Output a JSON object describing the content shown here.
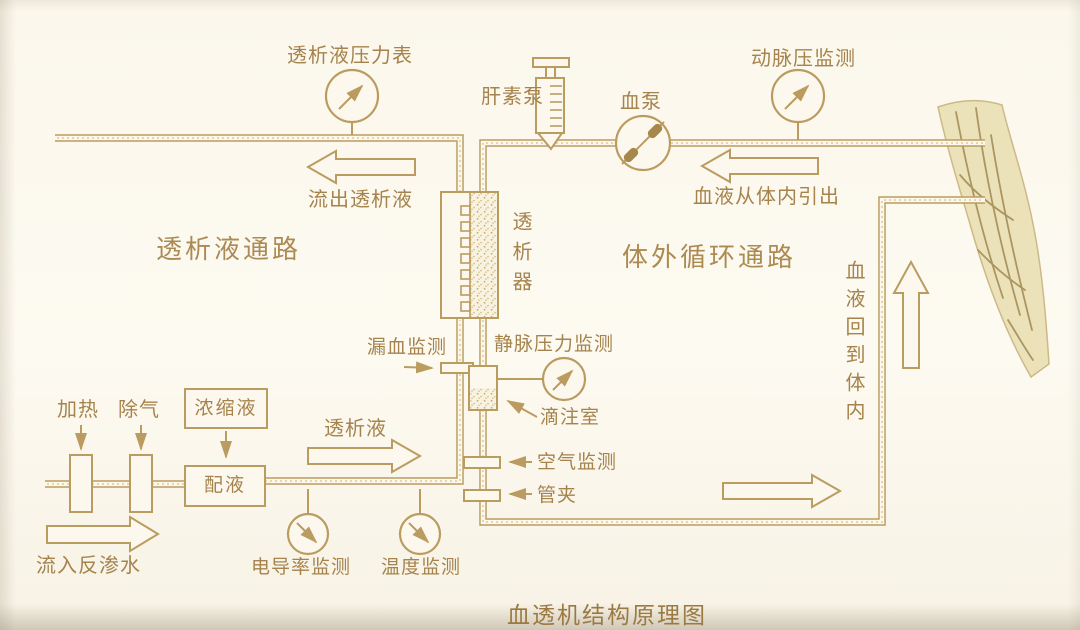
{
  "title": "血透机结构原理图",
  "sections": {
    "dialysate_pathway": "透析液通路",
    "extracorporeal_pathway": "体外循环通路"
  },
  "labels": {
    "dialysate_pressure_gauge": "透析液压力表",
    "heparin_pump": "肝素泵",
    "blood_pump": "血泵",
    "arterial_pressure_monitor": "动脉压监测",
    "dialysate_outflow": "流出透析液",
    "blood_from_body": "血液从体内引出",
    "dialyzer": "透析器",
    "blood_leak_monitor": "漏血监测",
    "venous_pressure_monitor": "静脉压力监测",
    "drip_chamber": "滴注室",
    "heating": "加热",
    "degassing": "除气",
    "concentrate": "浓缩液",
    "mixing": "配液",
    "dialysate": "透析液",
    "air_monitor": "空气监测",
    "tube_clamp": "管夹",
    "ro_water_inflow": "流入反渗水",
    "conductivity_monitor": "电导率监测",
    "temperature_monitor": "温度监测",
    "blood_return": "血液回到体内"
  },
  "colors": {
    "line": "#bb9c60",
    "text": "#a6834c",
    "background": "#fcf8ee",
    "stipple": "#c9ab70",
    "arm_fill": "#ece2ba"
  }
}
